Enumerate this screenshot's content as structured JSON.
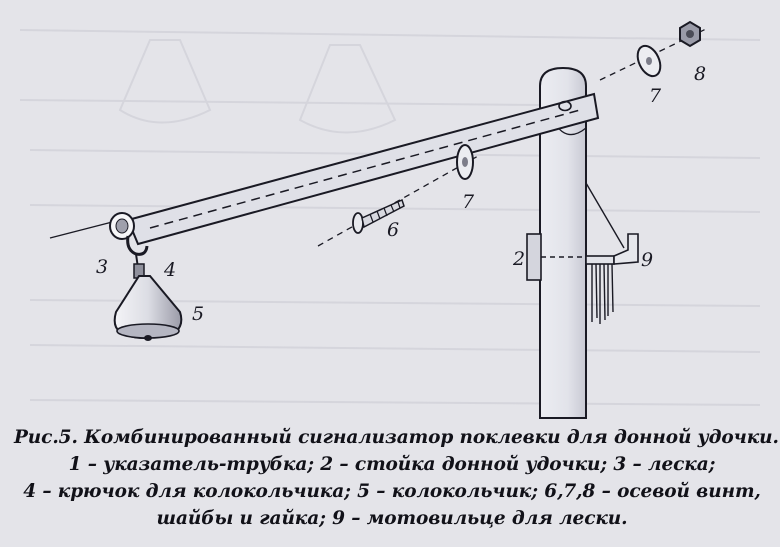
{
  "diagram": {
    "labels": [
      {
        "name": "label-1",
        "text": ""
      },
      {
        "name": "label-2",
        "text": "2"
      },
      {
        "name": "label-3",
        "text": "3"
      },
      {
        "name": "label-4",
        "text": "4"
      },
      {
        "name": "label-5",
        "text": "5"
      },
      {
        "name": "label-6",
        "text": "6"
      },
      {
        "name": "label-7-upper",
        "text": "7"
      },
      {
        "name": "label-7-lower",
        "text": "7"
      },
      {
        "name": "label-8",
        "text": "8"
      },
      {
        "name": "label-9",
        "text": "9"
      }
    ]
  },
  "caption": {
    "lines": [
      "Рис.5. Комбинированный сигнализатор поклевки для донной удочки.",
      "1 – указатель-трубка; 2 – стойка донной удочки; 3 – леска;",
      "4 – крючок для колокольчика; 5 – колокольчик; 6,7,8 – осевой винт,",
      "шайбы и гайка; 9 – мотовильце для лески."
    ]
  },
  "colors": {
    "paper": "#e4e4e9",
    "ink": "#1a1a24",
    "bleed_through": "#c9c9d2"
  }
}
